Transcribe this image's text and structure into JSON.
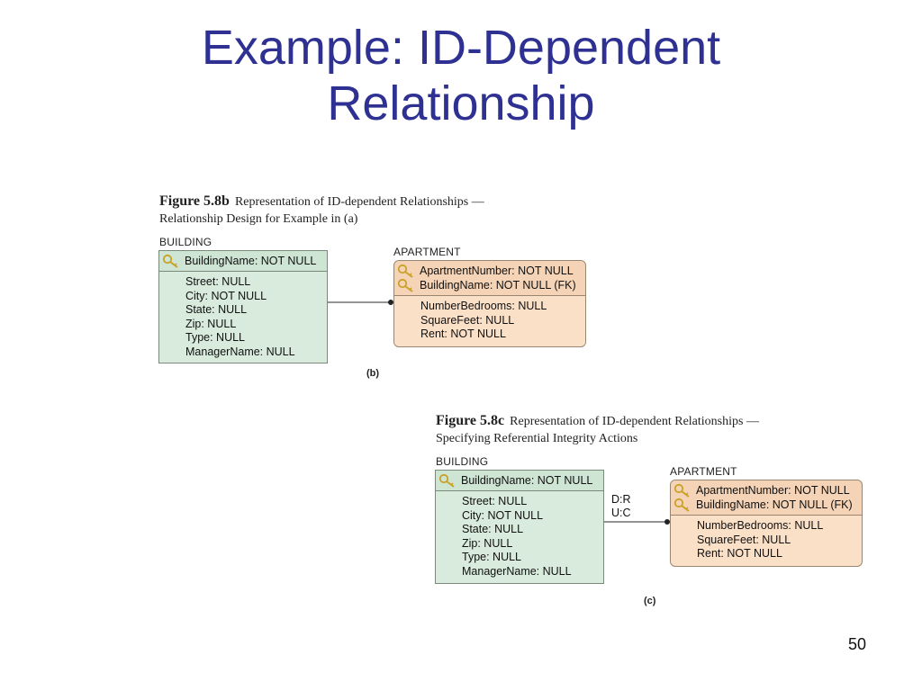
{
  "slide": {
    "title_line1": "Example: ID-Dependent",
    "title_line2": "Relationship",
    "page_number": "50"
  },
  "figure_b": {
    "number": "Figure 5.8b",
    "caption_line1": "Representation of ID-dependent Relationships —",
    "caption_line2": "Relationship Design for Example in (a)",
    "sub_label": "(b)",
    "building": {
      "name": "BUILDING",
      "keys": [
        "BuildingName:  NOT NULL"
      ],
      "attributes": [
        "Street:  NULL",
        "City:  NOT NULL",
        "State:  NULL",
        "Zip:  NULL",
        "Type:  NULL",
        "ManagerName:  NULL"
      ]
    },
    "apartment": {
      "name": "APARTMENT",
      "keys": [
        "ApartmentNumber:  NOT NULL",
        "BuildingName:  NOT NULL (FK)"
      ],
      "attributes": [
        "NumberBedrooms:  NULL",
        "SquareFeet:  NULL",
        "Rent:  NOT NULL"
      ]
    }
  },
  "figure_c": {
    "number": "Figure 5.8c",
    "caption_line1": "Representation of ID-dependent Relationships —",
    "caption_line2": "Specifying Referential Integrity Actions",
    "sub_label": "(c)",
    "actions": [
      "D:R",
      "U:C"
    ],
    "building": {
      "name": "BUILDING",
      "keys": [
        "BuildingName:  NOT NULL"
      ],
      "attributes": [
        "Street:  NULL",
        "City:  NOT NULL",
        "State:  NULL",
        "Zip:  NULL",
        "Type:  NULL",
        "ManagerName:  NULL"
      ]
    },
    "apartment": {
      "name": "APARTMENT",
      "keys": [
        "ApartmentNumber:  NOT NULL",
        "BuildingName:  NOT NULL (FK)"
      ],
      "attributes": [
        "NumberBedrooms:  NULL",
        "SquareFeet:  NULL",
        "Rent:  NOT NULL"
      ]
    }
  },
  "colors": {
    "title": "#2e3192",
    "building_fill": "#d8ebdc",
    "apartment_fill": "#fbe0c8",
    "key_icon": "#c9a227"
  },
  "icons": {
    "key": "key-icon"
  }
}
